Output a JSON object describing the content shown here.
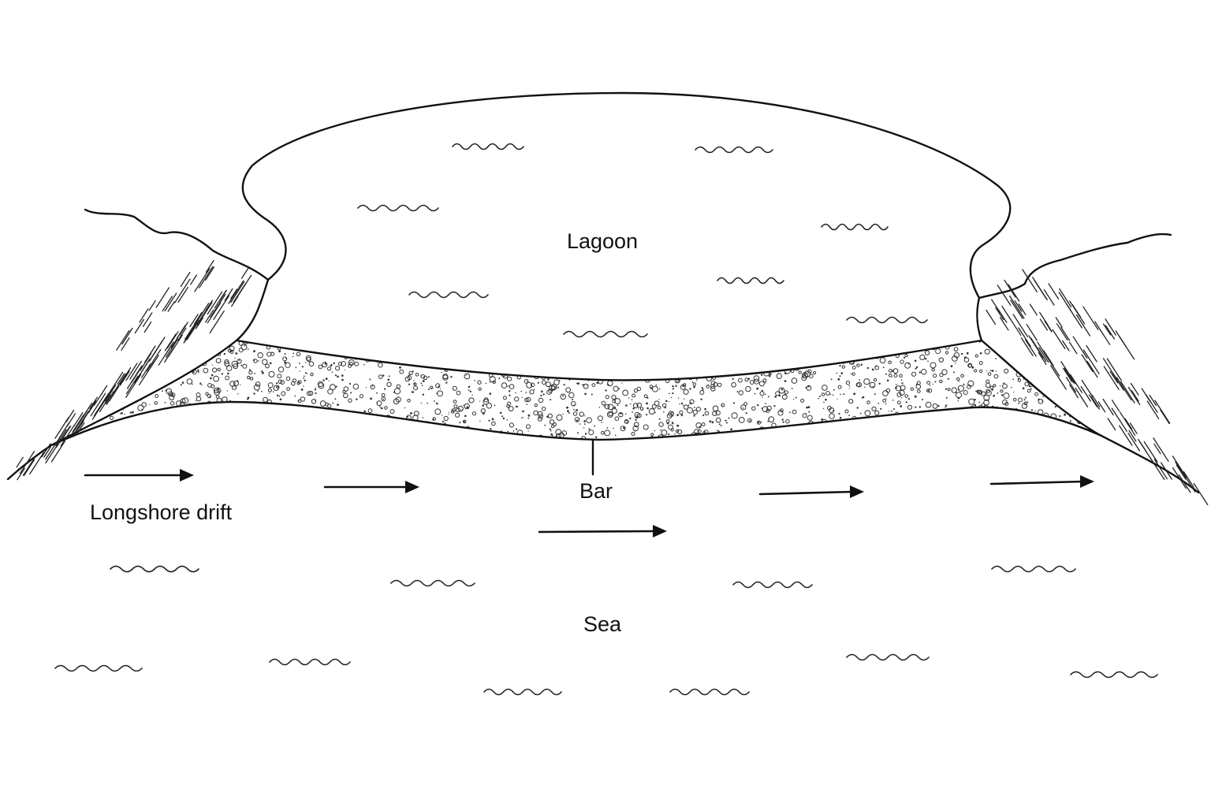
{
  "labels": {
    "lagoon": "Lagoon",
    "bar": "Bar",
    "longshore_drift": "Longshore drift",
    "sea": "Sea"
  },
  "colors": {
    "ink": "#111111",
    "paper": "#ffffff"
  }
}
